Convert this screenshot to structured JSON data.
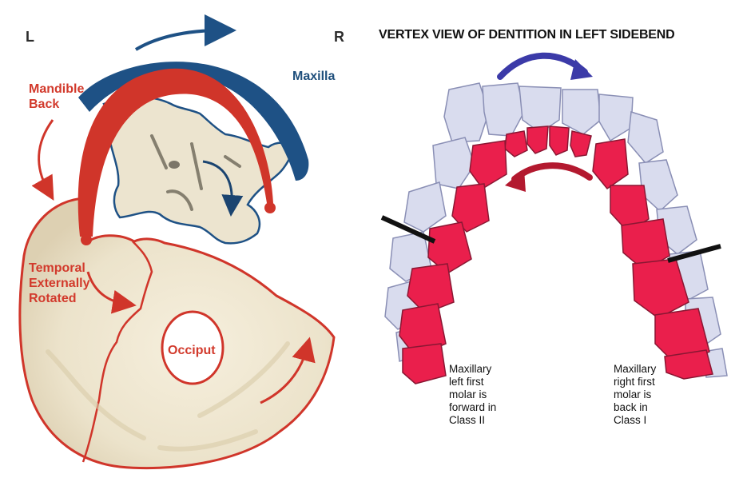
{
  "left_panel": {
    "side_left": "L",
    "side_right": "R",
    "mandible": [
      "Mandible",
      "Back"
    ],
    "maxilla": "Maxilla",
    "temporal": [
      "Temporal",
      "Externally",
      "Rotated"
    ],
    "occiput": "Occiput"
  },
  "right_panel": {
    "title": "VERTEX VIEW OF DENTITION IN LEFT SIDEBEND",
    "left_molar_note": [
      "Maxillary",
      "left first",
      "molar is",
      "forward in",
      "Class II"
    ],
    "right_molar_note": [
      "Maxillary",
      "right first",
      "molar is",
      "back in",
      "Class I"
    ]
  },
  "colors": {
    "red_outline": "#d0352a",
    "maxilla_blue": "#1e5185",
    "teeth_red": "#ea1f4c",
    "teeth_lavender": "#d9dcee",
    "arrow_purple": "#3b3aa8",
    "arrow_crimson": "#b3192f",
    "bone": "#f1ead8"
  }
}
